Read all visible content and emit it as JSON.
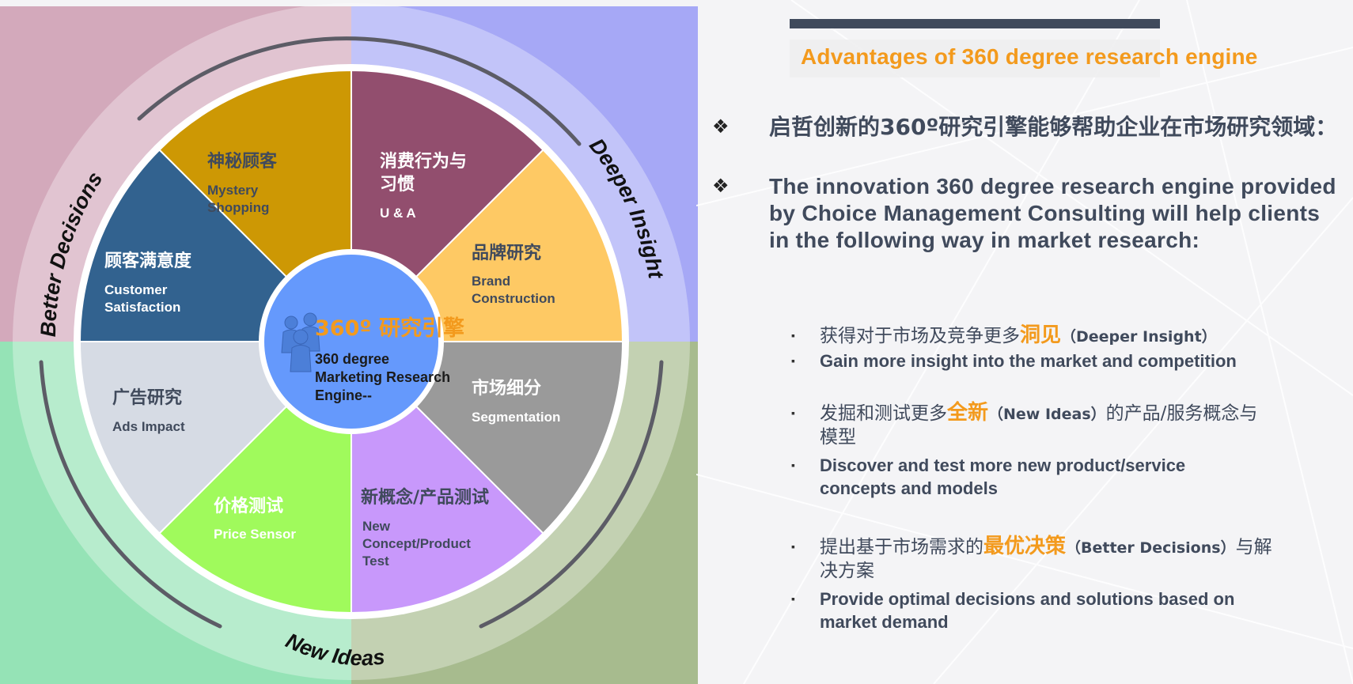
{
  "center": {
    "title_cn": "360º 研究引擎",
    "title_en_line1": "360 degree",
    "title_en_line2": "Marketing Research",
    "title_en_line3": "Engine--"
  },
  "segments": [
    {
      "cn": "消费行为与",
      "cn2": "习惯",
      "en": "U & A",
      "en2": "",
      "en3": "",
      "color": "#924e6e"
    },
    {
      "cn": "品牌研究",
      "cn2": "",
      "en": "Brand",
      "en2": "Construction",
      "en3": "",
      "color": "#fec964"
    },
    {
      "cn": "市场细分",
      "cn2": "",
      "en": "Segmentation",
      "en2": "",
      "en3": "",
      "color": "#9a9a9a"
    },
    {
      "cn": "新概念/产品测试",
      "cn2": "",
      "en": "New",
      "en2": "Concept/Product",
      "en3": "Test",
      "color": "#c898fb"
    },
    {
      "cn": "价格测试",
      "cn2": "",
      "en": "Price Sensor",
      "en2": "",
      "en3": "",
      "color": "#a0fa5c"
    },
    {
      "cn": "广告研究",
      "cn2": "",
      "en": "Ads Impact",
      "en2": "",
      "en3": "",
      "color": "#d6dbe4"
    },
    {
      "cn": "顾客满意度",
      "cn2": "",
      "en": "Customer",
      "en2": "Satisfaction",
      "en3": "",
      "color": "#32628f"
    },
    {
      "cn": "神秘顾客",
      "cn2": "",
      "en": "Mystery",
      "en2": "Shopping",
      "en3": "",
      "color": "#cd9804"
    }
  ],
  "ring_labels": {
    "better_decisions": "Better Decisions",
    "deeper_insight": "Deeper Insight",
    "new_ideas": "New Ideas"
  },
  "colors": {
    "quad_top_left": "#d3a9bb",
    "quad_top_right": "#a6a8f6",
    "quad_bottom_left": "#95e3b6",
    "quad_bottom_right": "#a7bb8e",
    "center": "#6599fc",
    "accent": "#f39a1d",
    "dark_text": "#404a5c"
  },
  "icon": "people-group-icon",
  "panel": {
    "title": "Advantages of 360 degree research engine",
    "intro_cn": "启哲创新的360º研究引擎能够帮助企业在市场研究领域：",
    "intro_en": "The innovation 360 degree research engine provided by Choice Management Consulting will help clients in the following way in market research:",
    "items": [
      {
        "cn_before": "获得对于市场及竞争更多",
        "cn_highlight": "洞见",
        "cn_paren": "（Deeper Insight）",
        "cn_after": "",
        "en": "Gain more insight into the market and competition"
      },
      {
        "cn_before": "发掘和测试更多",
        "cn_highlight": "全新",
        "cn_paren": "（New Ideas）",
        "cn_after": "的产品/服务概念与模型",
        "en": "Discover and test more new product/service concepts and models"
      },
      {
        "cn_before": "提出基于市场需求的",
        "cn_highlight": "最优决策",
        "cn_paren": "（Better Decisions）",
        "cn_after": "与解决方案",
        "en": "Provide optimal decisions and solutions based on market demand"
      }
    ]
  }
}
